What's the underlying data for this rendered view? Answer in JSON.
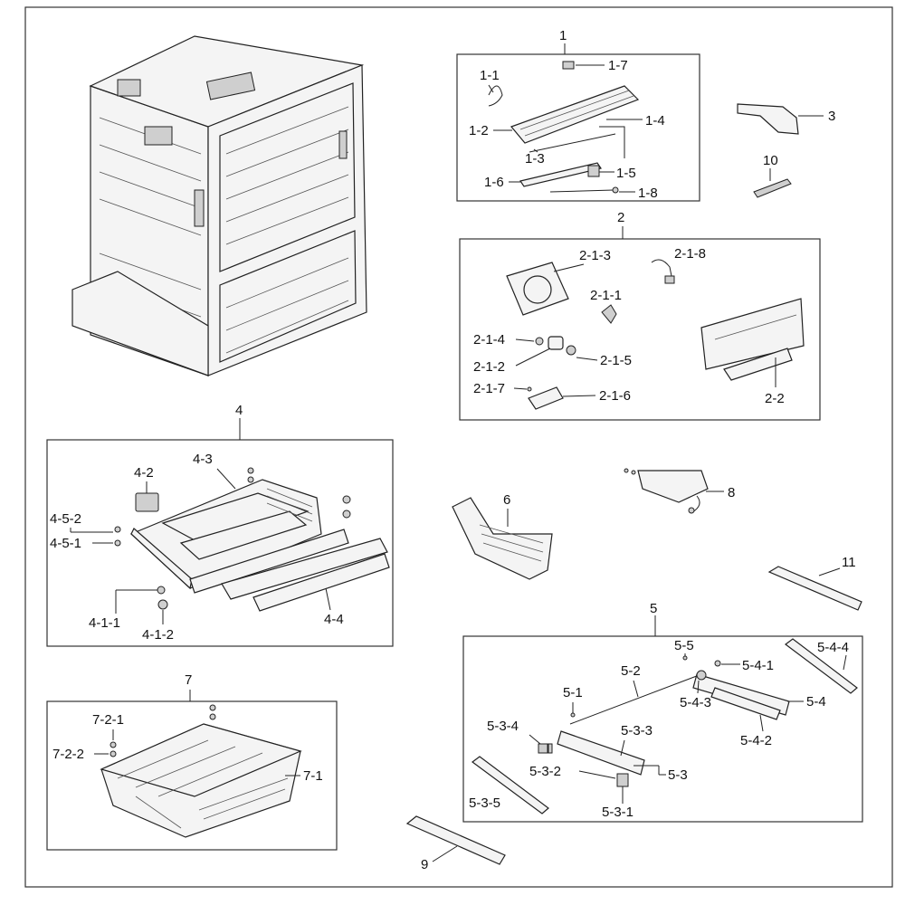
{
  "callouts": {
    "g1": "1",
    "c1_1": "1-1",
    "c1_2": "1-2",
    "c1_3": "1-3",
    "c1_4": "1-4",
    "c1_5": "1-5",
    "c1_6": "1-6",
    "c1_7": "1-7",
    "c1_8": "1-8",
    "g2": "2",
    "c2_1_1": "2-1-1",
    "c2_1_2": "2-1-2",
    "c2_1_3": "2-1-3",
    "c2_1_4": "2-1-4",
    "c2_1_5": "2-1-5",
    "c2_1_6": "2-1-6",
    "c2_1_7": "2-1-7",
    "c2_1_8": "2-1-8",
    "c2_2": "2-2",
    "g3": "3",
    "g4": "4",
    "c4_1_1": "4-1-1",
    "c4_1_2": "4-1-2",
    "c4_2": "4-2",
    "c4_3": "4-3",
    "c4_4": "4-4",
    "c4_5_1": "4-5-1",
    "c4_5_2": "4-5-2",
    "g5": "5",
    "c5_1": "5-1",
    "c5_2": "5-2",
    "c5_3": "5-3",
    "c5_3_1": "5-3-1",
    "c5_3_2": "5-3-2",
    "c5_3_3": "5-3-3",
    "c5_3_4": "5-3-4",
    "c5_3_5": "5-3-5",
    "c5_4": "5-4",
    "c5_4_1": "5-4-1",
    "c5_4_2": "5-4-2",
    "c5_4_3": "5-4-3",
    "c5_4_4": "5-4-4",
    "c5_5": "5-5",
    "g6": "6",
    "g7": "7",
    "c7_1": "7-1",
    "c7_2_1": "7-2-1",
    "c7_2_2": "7-2-2",
    "g8": "8",
    "g9": "9",
    "g10": "10",
    "g11": "11"
  }
}
